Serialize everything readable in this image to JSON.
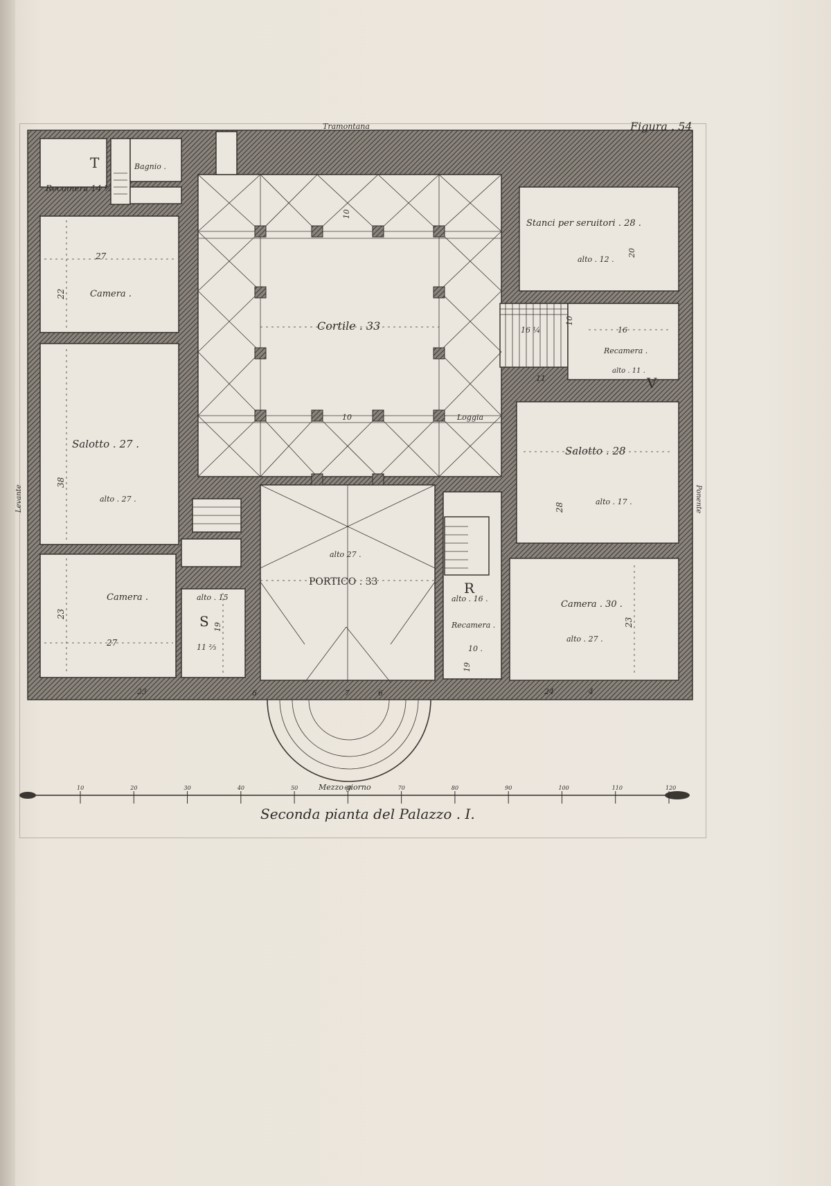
{
  "plate": {
    "figure_label": "Figura . 54",
    "caption": "Seconda pianta del Palazzo . I.",
    "compass": {
      "north": "Tramontana",
      "south": "Mezzo giorno",
      "east": "Levante",
      "west": "Ponente"
    }
  },
  "rooms": {
    "courtyard": "Cortile . 33",
    "portico": "PORTICO . 33",
    "portico_height": "alto 27 .",
    "loggia": "Loggia",
    "servants": "Stanci per seruitori . 28 .",
    "servants_height": "alto . 12 .",
    "recamera_tl": "Recamera 14 ½",
    "bagnio": "Bagnio .",
    "camera_tl": "Camera .",
    "salotto_l": "Salotto . 27 .",
    "salotto_l_height": "alto . 27 .",
    "camera_bl": "Camera .",
    "salotto_r": "Salotto . 28",
    "salotto_r_height": "alto . 17 .",
    "recamera_r": "Recamera .",
    "recamera_r_height": "alto . 11 .",
    "camera_br": "Camera . 30 .",
    "camera_br_height": "alto . 27 .",
    "recamera_bottom": "Recamera .",
    "recamera_bottom_height": "alto . 16 .",
    "s_height": "alto . 15"
  },
  "letters": {
    "T": "T",
    "V": "V",
    "S": "S",
    "R": "R"
  },
  "dims": {
    "camera_tl_w": "27",
    "camera_tl_h": "22",
    "salotto_l_h": "38",
    "camera_bl_w": "27",
    "camera_bl_h": "23",
    "camera_br_h": "23",
    "salotto_r_h": "28",
    "recamera_r_w": "16",
    "servants_h": "20",
    "bottom_23": "23",
    "bottom_24": "24",
    "bottom_7": "7",
    "bottom_6a": "6",
    "bottom_6b": "6",
    "bottom_4": "4",
    "court_10": "10",
    "loggia_10": "10",
    "stair_16": "16 ¼",
    "s_19": "19",
    "s_11": "11 ⅔",
    "r_19": "19",
    "r_10": "10 .",
    "rec_11": "11",
    "stair_10": "10"
  },
  "scale": {
    "ticks": [
      "10",
      "20",
      "30",
      "40",
      "50",
      "60",
      "70",
      "80",
      "90",
      "100",
      "110",
      "120"
    ]
  }
}
